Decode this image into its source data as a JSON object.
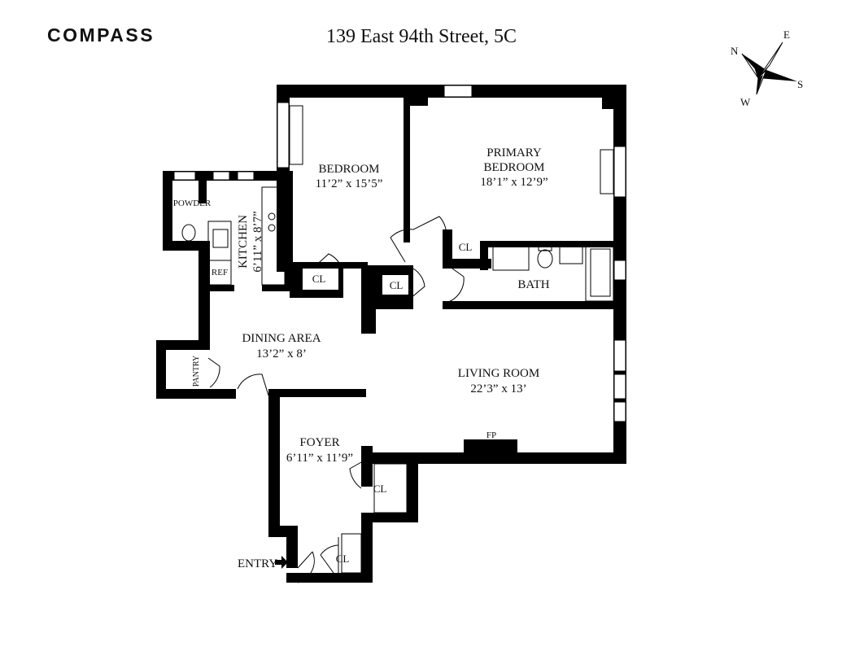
{
  "header": {
    "brand": "COMPASS",
    "address": "139 East 94th Street, 5C"
  },
  "compass": {
    "n": "N",
    "e": "E",
    "s": "S",
    "w": "W"
  },
  "rooms": {
    "bedroom": {
      "name": "BEDROOM",
      "dims": "11’2” x 15’5”"
    },
    "primary": {
      "name1": "PRIMARY",
      "name2": "BEDROOM",
      "dims": "18’1” x 12’9”"
    },
    "kitchen": {
      "name": "KITCHEN",
      "dims": "6’11” x 8’7”"
    },
    "dining": {
      "name": "DINING AREA",
      "dims": "13’2” x 8’"
    },
    "living": {
      "name": "LIVING ROOM",
      "dims": "22’3” x 13’"
    },
    "foyer": {
      "name": "FOYER",
      "dims": "6’11” x 11’9”"
    },
    "bath": {
      "name": "BATH"
    },
    "powder": {
      "name": "POWDER"
    },
    "pantry": {
      "name": "PANTRY"
    },
    "ref": {
      "name": "REF"
    },
    "fp": {
      "name": "FP"
    }
  },
  "closets": [
    "CL",
    "CL",
    "CL",
    "CL",
    "CL"
  ],
  "entry": {
    "label": "ENTRY"
  }
}
